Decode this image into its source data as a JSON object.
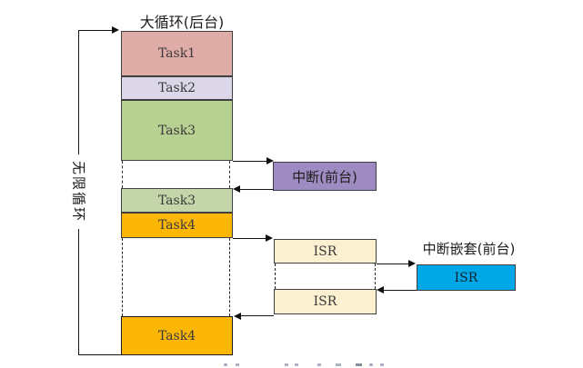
{
  "diagram": {
    "background_title": "大循环(后台)",
    "infinite_loop_label": "无限循环",
    "nested_interrupt_title": "中断嵌套(前台)",
    "column_segments": [
      {
        "label": "Task1",
        "color": "#e0aca8"
      },
      {
        "label": "Task2",
        "color": "#dbd7e8"
      },
      {
        "label": "Task3",
        "color": "#b7d193"
      },
      {
        "label": "Task3",
        "color": "#c4d5a9"
      },
      {
        "label": "Task4",
        "color": "#fcb606"
      },
      {
        "label": "Task4",
        "color": "#fcb606"
      }
    ],
    "interrupt_block": {
      "label": "中断(前台)",
      "color": "#9d8bc2"
    },
    "isr_blocks": [
      {
        "label": "ISR",
        "color": "#fbf0d0"
      },
      {
        "label": "ISR",
        "color": "#fbf0d0"
      },
      {
        "label": "ISR",
        "color": "#00a8e8"
      }
    ],
    "line_color": "#161616"
  }
}
